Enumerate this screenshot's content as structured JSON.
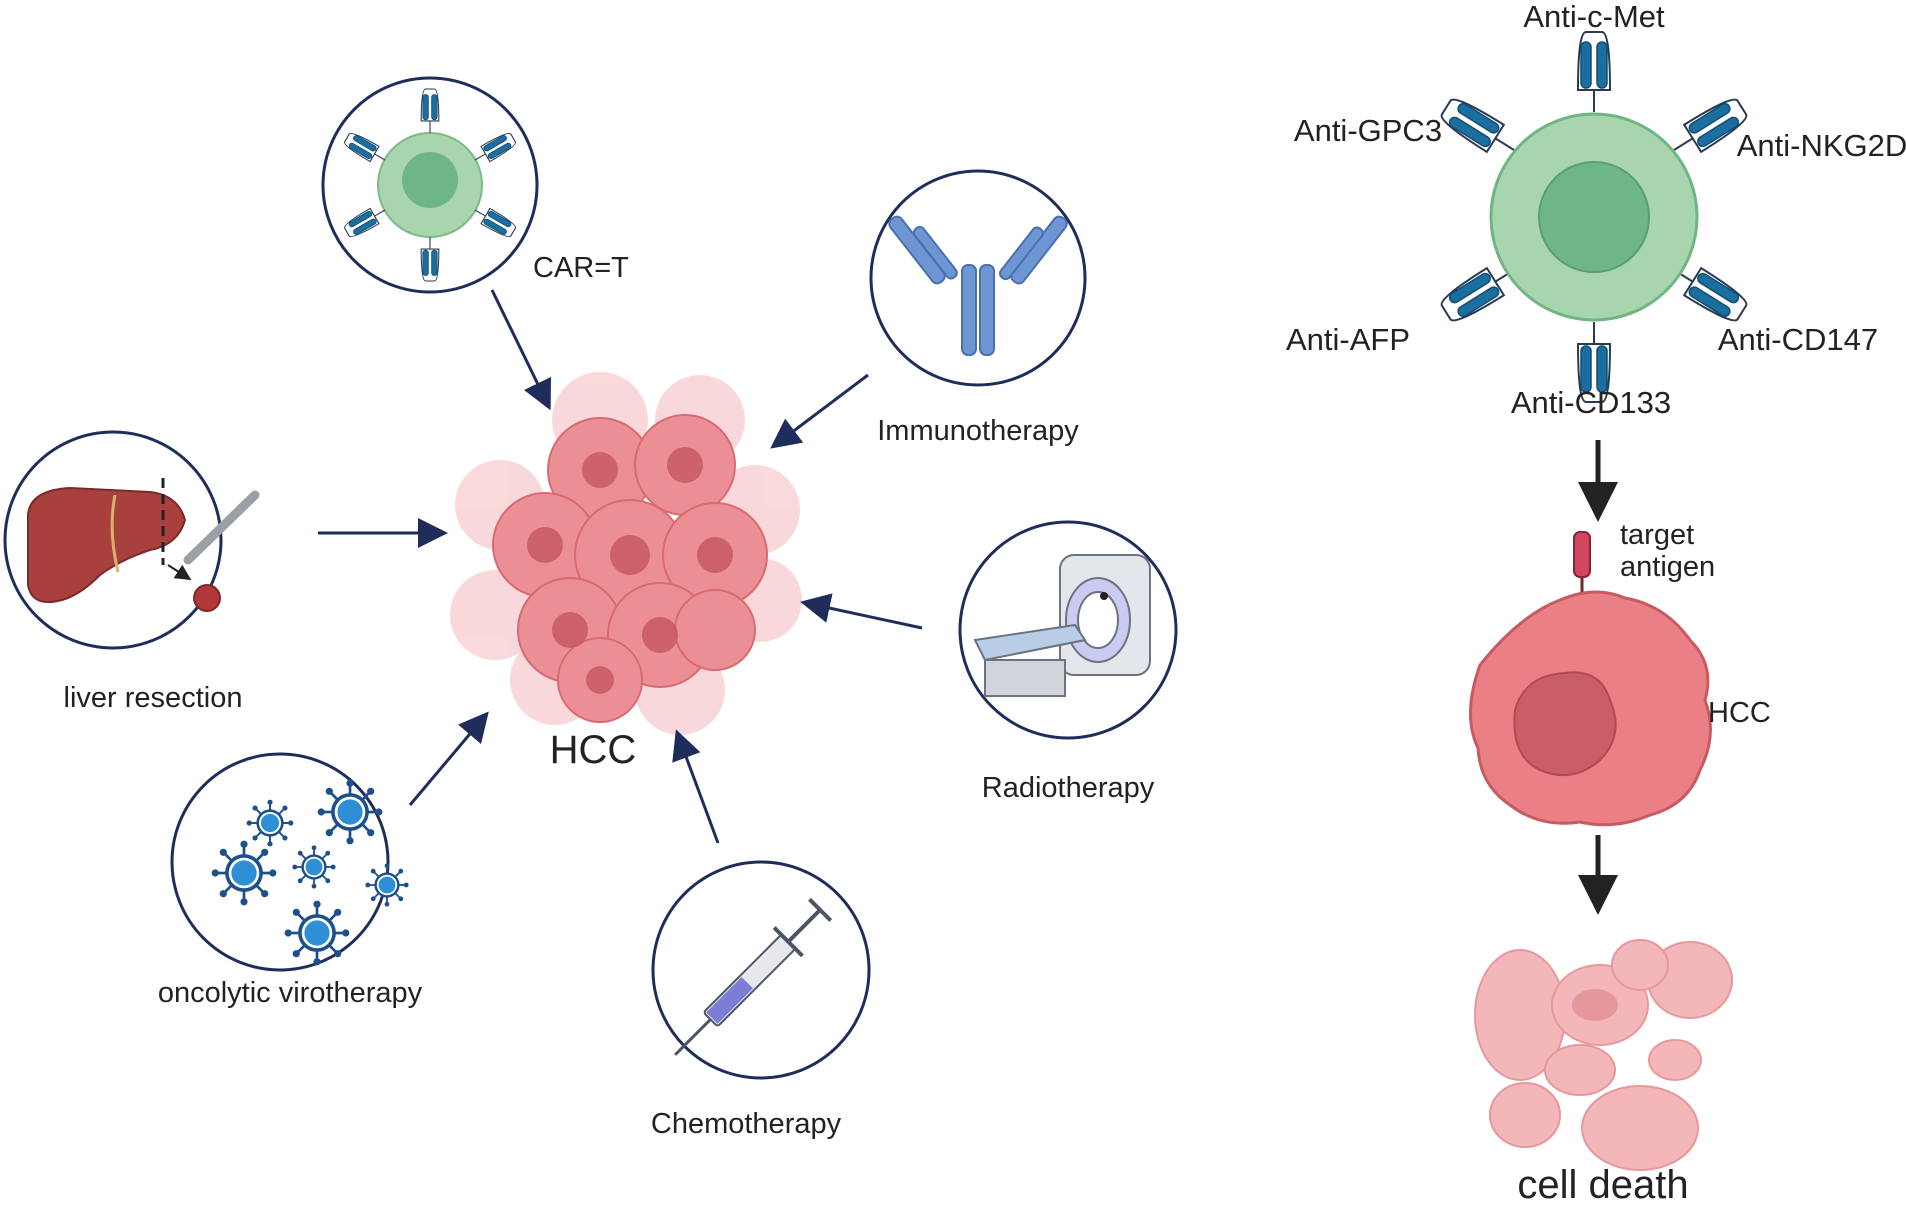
{
  "left_panel": {
    "center_label": "HCC",
    "therapies": {
      "car_t": "CAR=T",
      "immunotherapy": "Immunotherapy",
      "liver_resection": "liver resection",
      "radiotherapy": "Radiotherapy",
      "oncolytic_virotherapy": "oncolytic virotherapy",
      "chemotherapy": "Chemotherapy"
    }
  },
  "right_panel": {
    "receptors": {
      "top": "Anti-c-Met",
      "upper_left": "Anti-GPC3",
      "upper_right": "Anti-NKG2D",
      "lower_left": "Anti-AFP",
      "lower_right": "Anti-CD147",
      "bottom": "Anti-CD133"
    },
    "antigen_label_line1": "target",
    "antigen_label_line2": "antigen",
    "tumor_label": "HCC",
    "outcome_label": "cell death"
  },
  "colors": {
    "arrow_navy": "#1f2d5a",
    "circle_border": "#1f2d5a",
    "receptor_blue": "#1b6fa0",
    "cell_green_outer": "#a8d5ad",
    "cell_green_inner": "#6fb685",
    "tumor_pink": "#e77d85",
    "tumor_nucleus": "#c85a63",
    "virus_blue": "#2f8fd6",
    "antibody_blue": "#6d96d2",
    "dead_cell_pink": "#f3b7b9"
  }
}
